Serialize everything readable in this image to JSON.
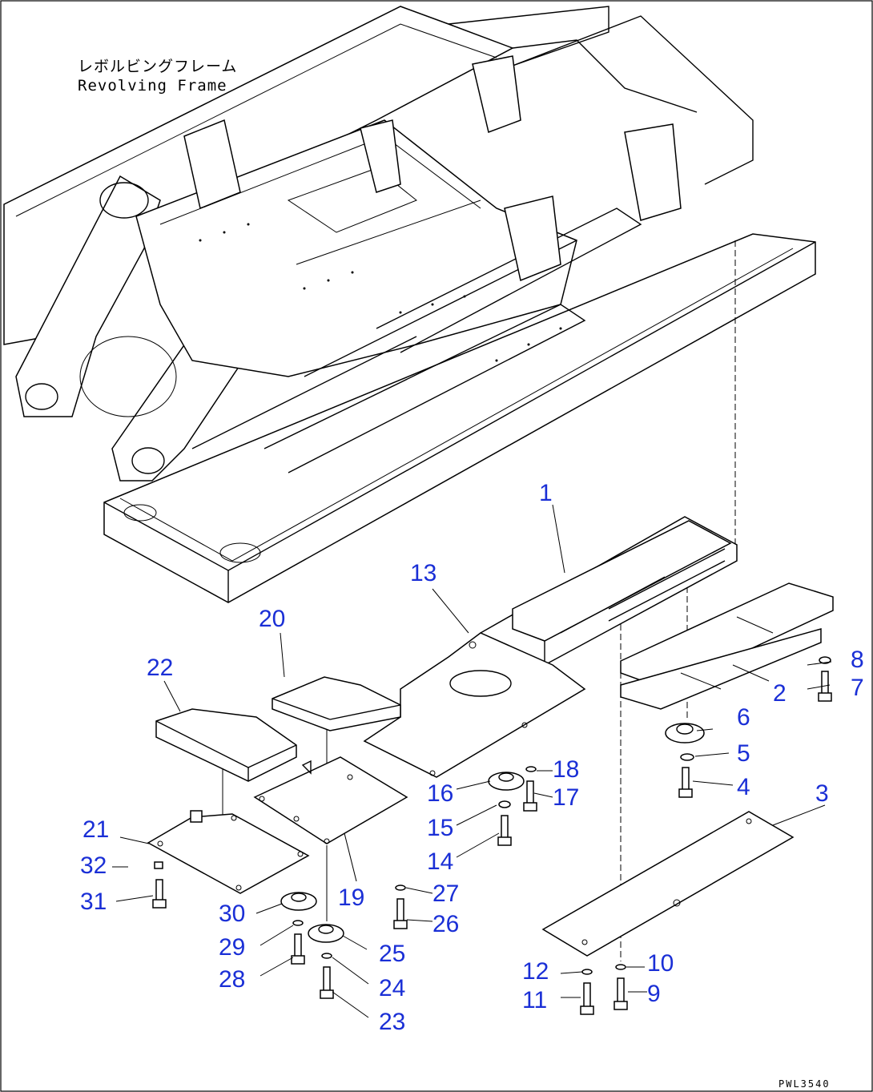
{
  "frame_label": {
    "jp": "レボルビングフレーム",
    "en": "Revolving Frame"
  },
  "drawing_code": "PWL3540",
  "callouts": [
    "1",
    "2",
    "3",
    "4",
    "5",
    "6",
    "7",
    "8",
    "9",
    "10",
    "11",
    "12",
    "13",
    "14",
    "15",
    "16",
    "17",
    "18",
    "19",
    "20",
    "21",
    "22",
    "23",
    "24",
    "25",
    "26",
    "27",
    "28",
    "29",
    "30",
    "31",
    "32"
  ],
  "colors": {
    "callout": "#1a2fd6",
    "line": "#000000"
  }
}
